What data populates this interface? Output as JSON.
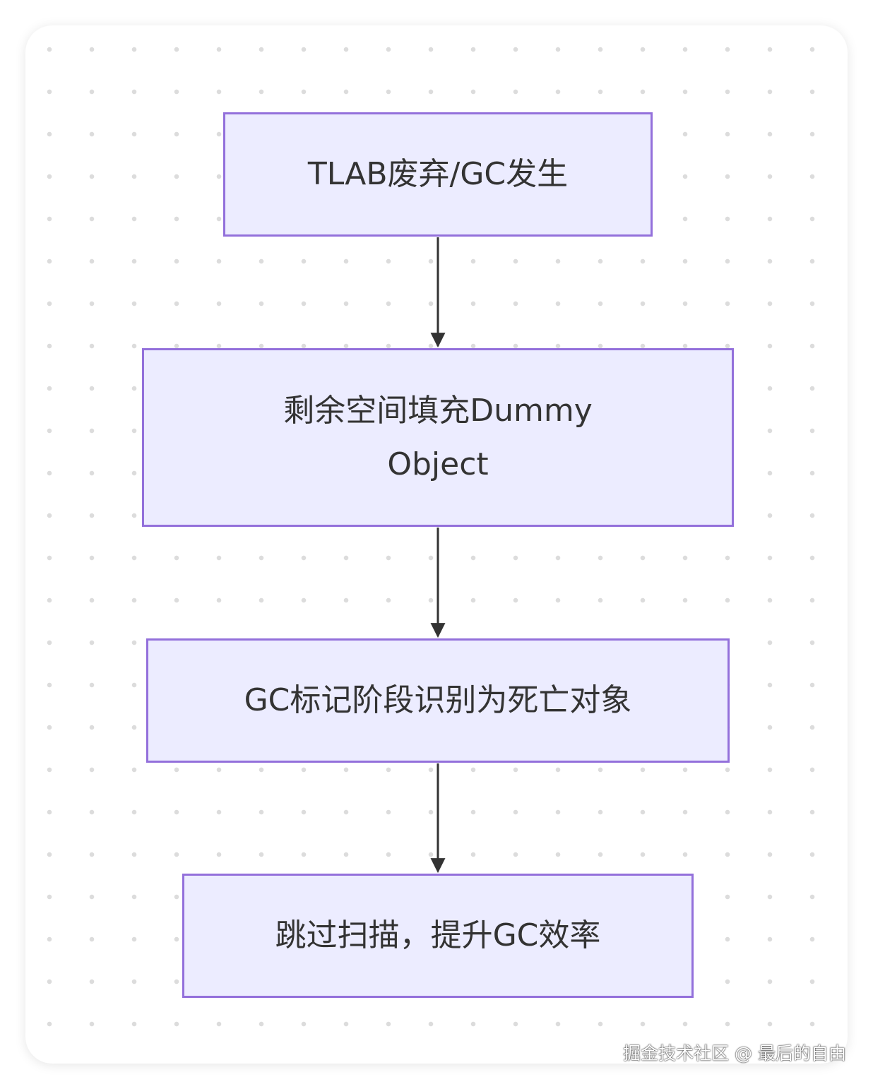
{
  "diagram": {
    "nodes": [
      {
        "id": "n1",
        "label": "TLAB废弃/GC发生"
      },
      {
        "id": "n2",
        "label": "剩余空间填充Dummy Object"
      },
      {
        "id": "n3",
        "label": "GC标记阶段识别为死亡对象"
      },
      {
        "id": "n4",
        "label": "跳过扫描，提升GC效率"
      }
    ],
    "edges": [
      {
        "from": "n1",
        "to": "n2"
      },
      {
        "from": "n2",
        "to": "n3"
      },
      {
        "from": "n3",
        "to": "n4"
      }
    ]
  },
  "watermark": {
    "text": "掘金技术社区 @ 最后的自由"
  },
  "colors": {
    "node_fill": "#ececff",
    "node_border": "#9370db",
    "text": "#333333",
    "edge": "#333333"
  }
}
